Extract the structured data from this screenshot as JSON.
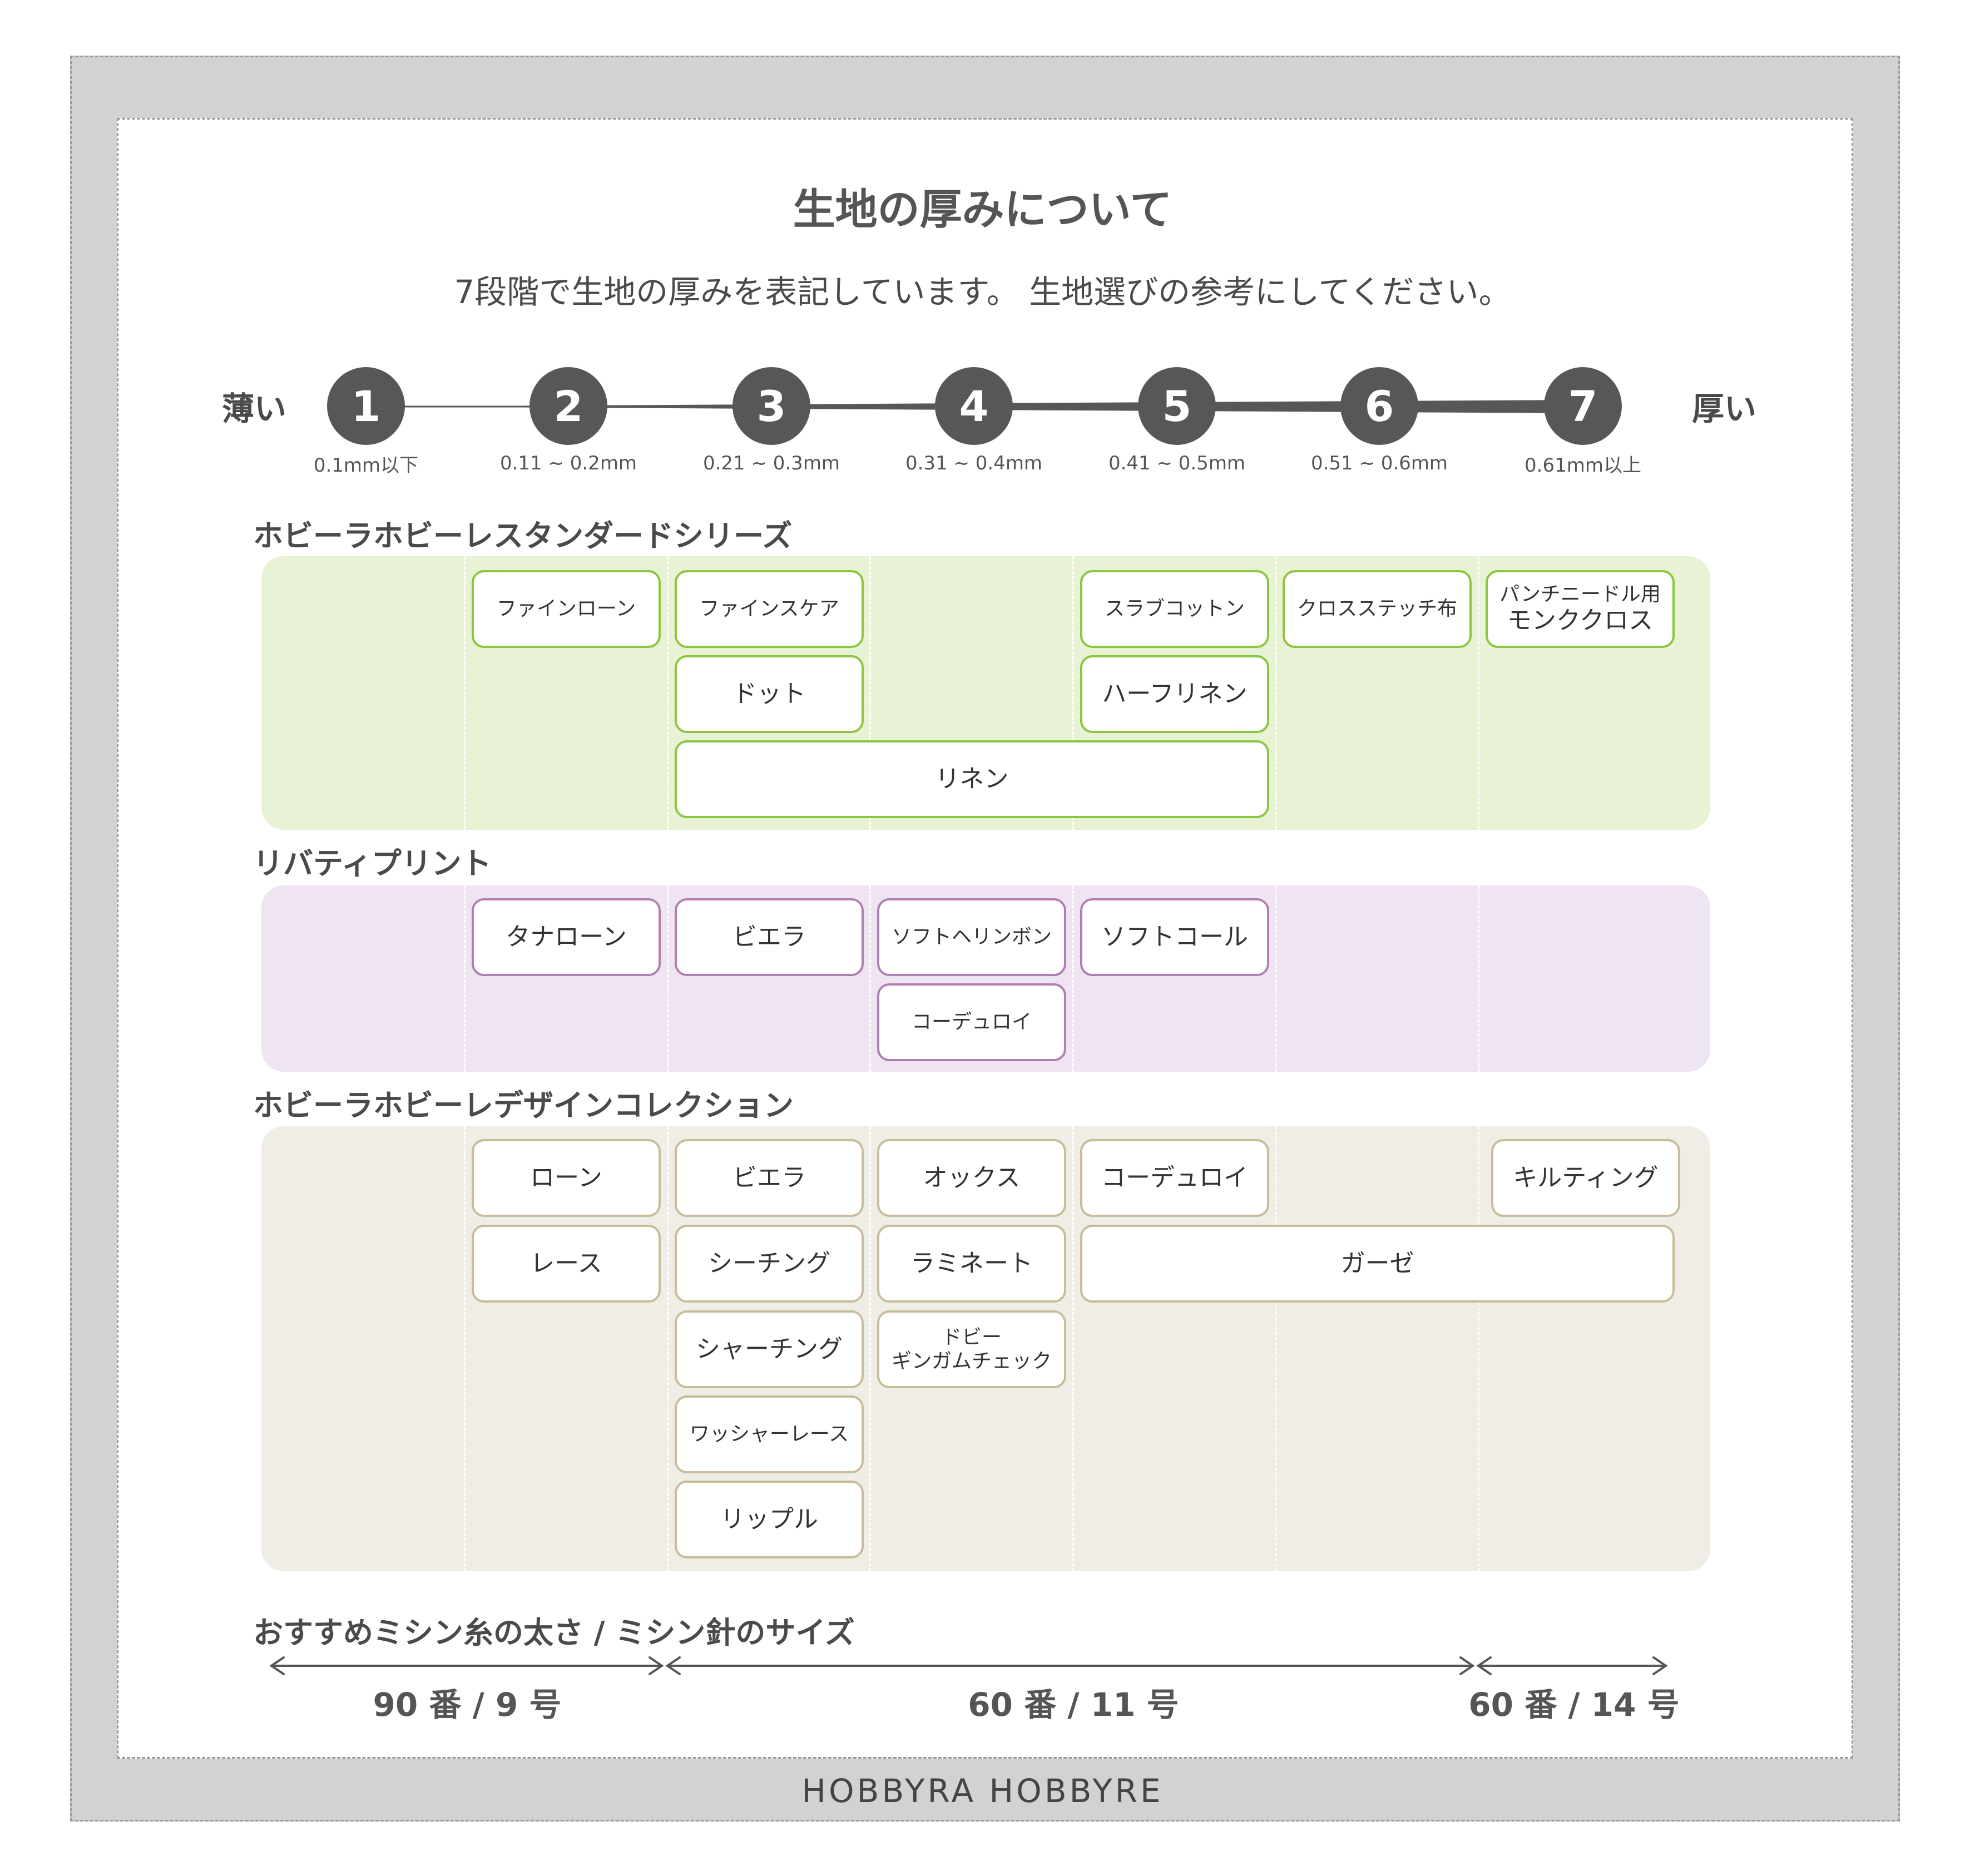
{
  "title": "生地の厚みについて",
  "subtitle": "7段階で生地の厚みを表記しています。 生地選びの参考にしてください。",
  "scale": {
    "thin_label": "薄い",
    "thick_label": "厚い",
    "levels": [
      {
        "number": "1",
        "range": "0.1mm以下"
      },
      {
        "number": "2",
        "range": "0.11 ~ 0.2mm"
      },
      {
        "number": "3",
        "range": "0.21 ~ 0.3mm"
      },
      {
        "number": "4",
        "range": "0.31 ~ 0.4mm"
      },
      {
        "number": "5",
        "range": "0.41 ~ 0.5mm"
      },
      {
        "number": "6",
        "range": "0.51 ~ 0.6mm"
      },
      {
        "number": "7",
        "range": "0.61mm以上"
      }
    ]
  },
  "sections": {
    "standard": {
      "title": "ホビーラホビーレスタンダードシリーズ",
      "color": "#e8f2d4",
      "border": "#8cc63f",
      "items": {
        "fine_lawn": "ファインローン",
        "fine_square": "ファインスケア",
        "slub_cotton": "スラブコットン",
        "cross_stitch": "クロスステッチ布",
        "punch_line1": "パンチニードル用",
        "punch_line2": "モンククロス",
        "dot": "ドット",
        "half_linen": "ハーフリネン",
        "linen": "リネン"
      }
    },
    "liberty": {
      "title": "リバティプリント",
      "color": "#efe4f1",
      "border": "#b07fb0",
      "items": {
        "tana_lawn": "タナローン",
        "viyella": "ビエラ",
        "soft_herringbone": "ソフトヘリンボン",
        "soft_cord": "ソフトコール",
        "corduroy": "コーデュロイ"
      }
    },
    "design": {
      "title": "ホビーラホビーレデザインコレクション",
      "color": "#f0ede6",
      "border": "#c8bc9a",
      "items": {
        "lawn": "ローン",
        "viyella": "ビエラ",
        "ox": "オックス",
        "corduroy": "コーデュロイ",
        "quilting": "キルティング",
        "lace": "レース",
        "sheeting": "シーチング",
        "laminate": "ラミネート",
        "gauze": "ガーゼ",
        "shirting": "シャーチング",
        "dobby_line1": "ドビー",
        "dobby_line2": "ギンガムチェック",
        "washer_lace": "ワッシャーレース",
        "ripple": "リップル"
      }
    }
  },
  "thread": {
    "title": "おすすめミシン糸の太さ / ミシン針のサイズ",
    "ranges": [
      "90 番 / 9 号",
      "60 番 / 11 号",
      "60 番 / 14 号"
    ]
  },
  "footer": {
    "brand": "HOBBYRA HOBBYRE"
  }
}
